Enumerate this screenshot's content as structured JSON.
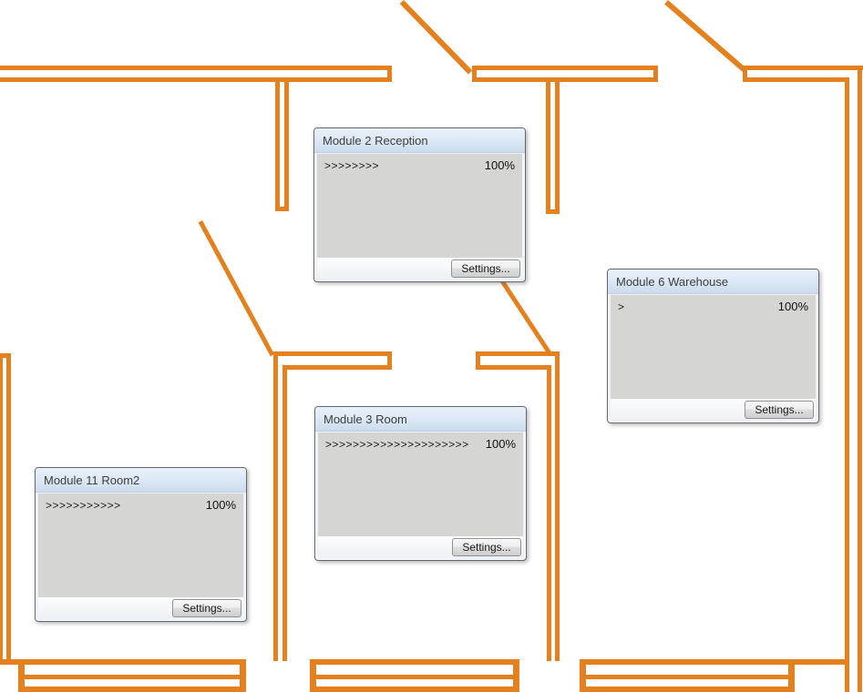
{
  "app": {
    "background_color": "#FFFFFF",
    "wall_color": "#E4811E",
    "panel_title_color": "#3D3D3D"
  },
  "panels": [
    {
      "title": "Module 2 Reception",
      "meter": ">>>>>>>>",
      "level": "100%",
      "settings_label": "Settings..."
    },
    {
      "title": "Module 6 Warehouse",
      "meter": ">",
      "level": "100%",
      "settings_label": "Settings..."
    },
    {
      "title": "Module 3 Room",
      "meter": ">>>>>>>>>>>>>>>>>>>>>",
      "level": "100%",
      "settings_label": "Settings..."
    },
    {
      "title": "Module 11 Room2",
      "meter": ">>>>>>>>>>>",
      "level": "100%",
      "settings_label": "Settings..."
    }
  ]
}
